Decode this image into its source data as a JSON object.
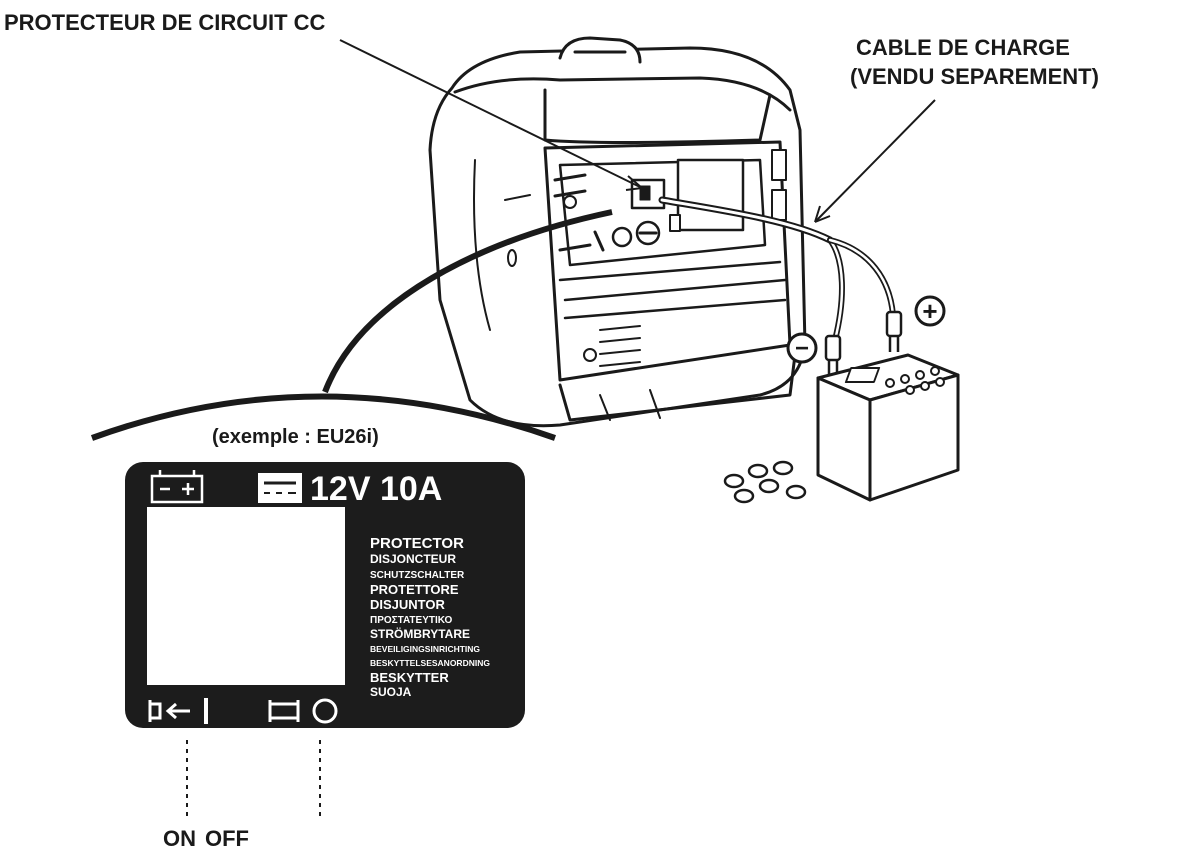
{
  "labels": {
    "circuit_protector": "PROTECTEUR DE CIRCUIT CC",
    "charge_cable_line1": "CABLE DE CHARGE",
    "charge_cable_line2": "(VENDU SEPAREMENT)",
    "example": "(exemple : EU26i)",
    "on": "ON",
    "off": "OFF"
  },
  "plate": {
    "rating": "12V 10A",
    "protector_names": [
      "PROTECTOR",
      "DISJONCTEUR",
      "SCHUTZSCHALTER",
      "PROTETTORE",
      "DISJUNTOR",
      "ΠΡΟΣΤΑΤΕΥΤΙΚΟ",
      "STRÖMBRYTARE",
      "BEVEILIGINGSINRICHTING",
      "BESKYTTELSESANORDNING",
      "BESKYTTER",
      "SUOJA"
    ]
  },
  "battery": {
    "negative_symbol": "−",
    "positive_symbol": "+"
  },
  "colors": {
    "ink": "#1a1a1a",
    "plate_background": "#1c1c1c",
    "plate_text": "#ffffff"
  }
}
